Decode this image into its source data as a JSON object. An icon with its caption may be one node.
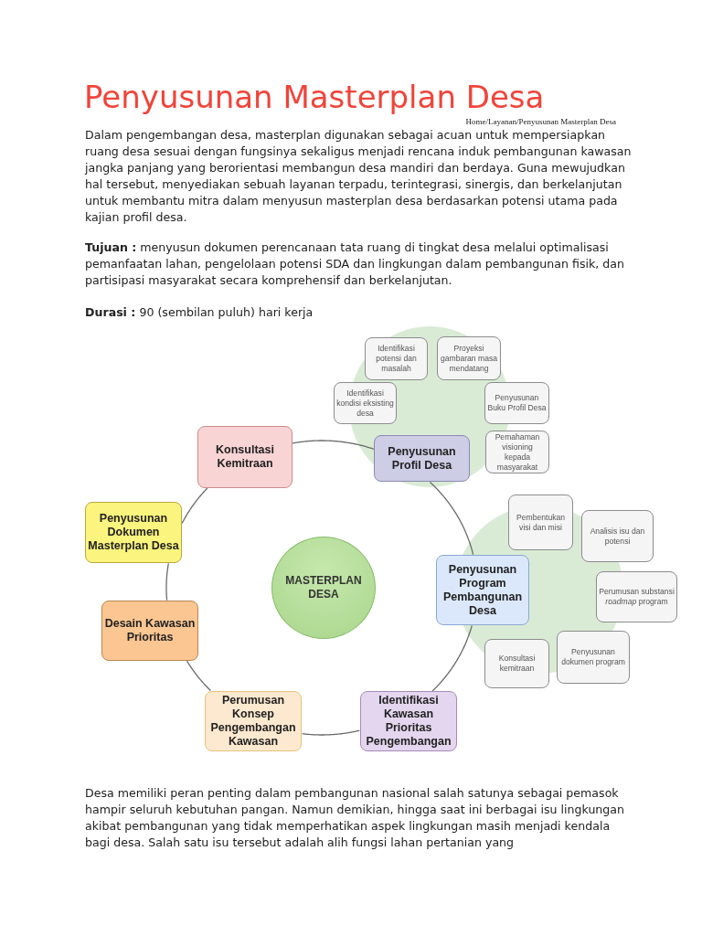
{
  "diagram": {
    "title": "Penyusunan Masterplan Desa",
    "nodes": [
      {
        "text": [
          "Penyusunan Profil Desa"
        ]
      },
      {
        "text": [
          "Penyusunan Program Pembangunan Desa"
        ]
      },
      {
        "text": [
          "Identifikasi Kawasan Prioritas Pengembangan"
        ]
      },
      {
        "text": [
          "Perumusan Konsep Pengembangan Kawasan"
        ]
      },
      {
        "text": [
          "Desain Kawasan Prioritas"
        ]
      },
      {
        "text": [
          "Penyusunan Dokumen Masterplan Desa"
        ]
      },
      {
        "text": [
          "Konsultasi Kemitraan"
        ]
      },
      {
        "text": [
          "MASTERPLAN DESA"
        ]
      },
      {
        "text": [
          "Identifikasi potensi dan masalah"
        ]
      },
      {
        "text": [
          "Proyeksi gambaran masa mendatang"
        ]
      },
      {
        "text": [
          "Identifikasi kondisi eksisting desa"
        ]
      },
      {
        "text": [
          "Penyusunan Buku Profil Desa"
        ]
      },
      {
        "text": [
          "Pemahaman visioning kepada masyarakat"
        ]
      },
      {
        "text": [
          "Pembentukan visi dan misi"
        ]
      },
      {
        "text": [
          "Analisis isu dan potensi"
        ]
      },
      {
        "text": [
          "Perumusan substansi *roadmap* program"
        ]
      },
      {
        "text": [
          "Penyusunan dokumen program"
        ]
      },
      {
        "text": [
          "Konsultasi kemitraan"
        ]
      }
    ],
    "edges": [
      {
        "from": 6,
        "to": 0,
        "arrow": "none"
      },
      {
        "from": 0,
        "to": 1,
        "arrow": "none"
      },
      {
        "from": 1,
        "to": 2,
        "arrow": "none"
      },
      {
        "from": 2,
        "to": 3,
        "arrow": "none"
      },
      {
        "from": 3,
        "to": 4,
        "arrow": "none"
      },
      {
        "from": 4,
        "to": 5,
        "arrow": "none"
      },
      {
        "from": 5,
        "to": 6,
        "arrow": "none"
      }
    ],
    "labels": [
      "Home/Layanan/Penyusunan Masterplan Desa",
      "Dalam pengembangan desa, masterplan digunakan sebagai acuan untuk mempersiapkan ruang desa sesuai dengan fungsinya sekaligus menjadi rencana induk pembangunan kawasan jangka panjang yang berorientasi membangun desa mandiri dan berdaya. Guna mewujudkan hal tersebut, menyediakan sebuah layanan terpadu, terintegrasi, sinergis, dan berkelanjutan untuk membantu mitra dalam menyusun masterplan desa berdasarkan potensi utama pada kajian profil desa.",
      "**Tujuan :** menyusun dokumen perencanaan tata ruang di tingkat desa melalui optimalisasi pemanfaatan lahan, pengelolaan potensi SDA dan lingkungan dalam pembangunan fisik, dan partisipasi masyarakat secara komprehensif dan berkelanjutan.",
      "**Durasi :** 90 (sembilan puluh) hari kerja",
      "Desa memiliki peran penting dalam pembangunan nasional salah satunya sebagai pemasok hampir seluruh kebutuhan pangan. Namun demikian, hingga saat ini berbagai isu lingkungan akibat pembangunan yang tidak memperhatikan aspek lingkungan masih menjadi kendala bagi desa.  Salah satu isu tersebut adalah alih fungsi lahan pertanian yang"
    ]
  }
}
